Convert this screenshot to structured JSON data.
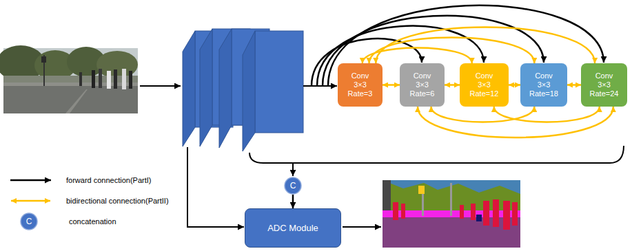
{
  "diagram": {
    "nodes": [
      {
        "text": [
          "Conv 3×3 Rate=3"
        ]
      },
      {
        "text": [
          "Conv 3×3 Rate=6"
        ]
      },
      {
        "text": [
          "Conv 3×3 Rate=12"
        ]
      },
      {
        "text": [
          "Conv 3×3 Rate=18"
        ]
      },
      {
        "text": [
          "Conv 3×3 Rate=24"
        ]
      },
      {
        "text": [
          "C"
        ]
      },
      {
        "text": [
          "ADC Module"
        ]
      }
    ],
    "edges": [
      {
        "from": 0,
        "to": 1,
        "arrow": "both"
      },
      {
        "from": 1,
        "to": 2,
        "arrow": "both"
      },
      {
        "from": 2,
        "to": 3,
        "arrow": "both"
      },
      {
        "from": 3,
        "to": 4,
        "arrow": "both"
      },
      {
        "from": 0,
        "to": 2,
        "arrow": "both"
      },
      {
        "from": 0,
        "to": 3,
        "arrow": "both"
      },
      {
        "from": 0,
        "to": 4,
        "arrow": "both"
      },
      {
        "from": 1,
        "to": 3,
        "arrow": "both"
      },
      {
        "from": 1,
        "to": 4,
        "arrow": "both"
      },
      {
        "from": 2,
        "to": 4,
        "arrow": "both"
      },
      {
        "from": 5,
        "to": 6,
        "arrow": "to"
      }
    ],
    "labels": [
      "C"
    ],
    "legend": [
      {
        "text": "forward connection(PartI)"
      },
      {
        "text": "bidirectional connection(PartII)"
      },
      {
        "text": "concatenation"
      }
    ]
  }
}
